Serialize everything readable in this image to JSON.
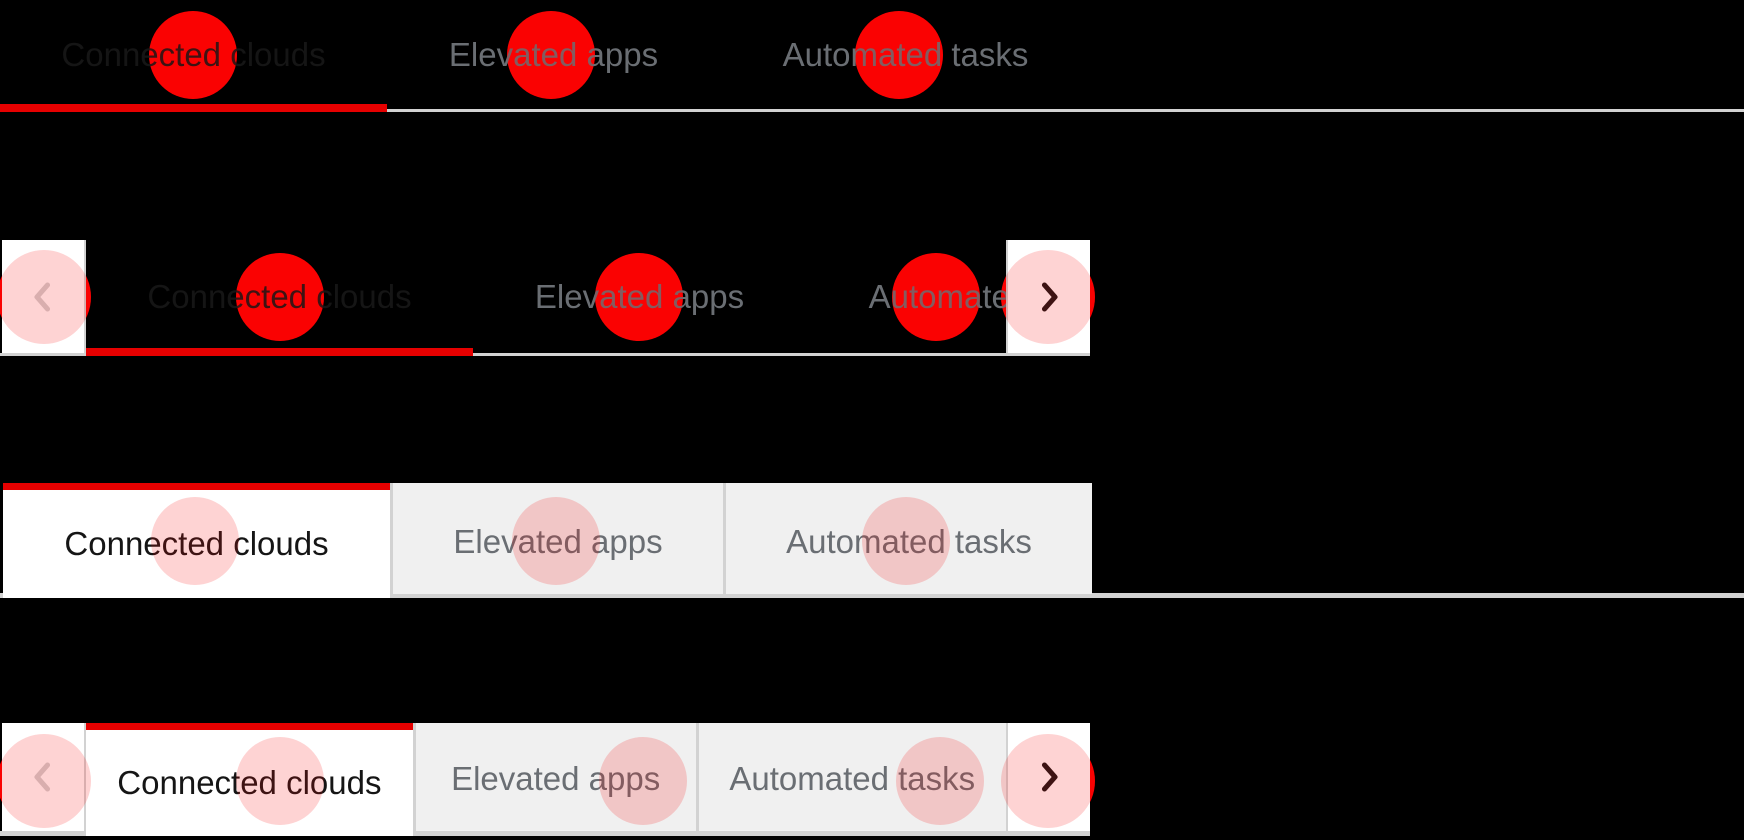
{
  "colors": {
    "background": "#000000",
    "accent_red": "#e60000",
    "annotation_solid_red": "#fa0000",
    "annotation_pink_overlay": "rgba(250,10,10,0.18)",
    "active_text": "#151515",
    "inactive_text": "#6a6e73",
    "border_gray": "#d2d2d2",
    "box_tab_bg": "#f0f0f0",
    "active_tab_bg": "#ffffff",
    "disabled_icon": "#d2d2d2"
  },
  "icons": {
    "scroll_left": "angle-left-icon",
    "scroll_right": "angle-right-icon"
  },
  "rows": [
    {
      "variant": "underline",
      "tabs": [
        {
          "label": "Connected clouds",
          "active": true
        },
        {
          "label": "Elevated apps",
          "active": false
        },
        {
          "label": "Automated tasks",
          "active": false
        }
      ]
    },
    {
      "variant": "underline-scrollable",
      "scroll_left_disabled": true,
      "tabs": [
        {
          "label": "Connected clouds",
          "active": true
        },
        {
          "label": "Elevated apps",
          "active": false
        },
        {
          "label": "Automated tasks",
          "active": false
        }
      ]
    },
    {
      "variant": "box",
      "tabs": [
        {
          "label": "Connected clouds",
          "active": true
        },
        {
          "label": "Elevated apps",
          "active": false
        },
        {
          "label": "Automated tasks",
          "active": false
        }
      ]
    },
    {
      "variant": "box-scrollable",
      "scroll_left_disabled": true,
      "tabs": [
        {
          "label": "Connected clouds",
          "active": true
        },
        {
          "label": "Elevated apps",
          "active": false
        },
        {
          "label": "Automated tasks",
          "active": false
        }
      ]
    }
  ]
}
